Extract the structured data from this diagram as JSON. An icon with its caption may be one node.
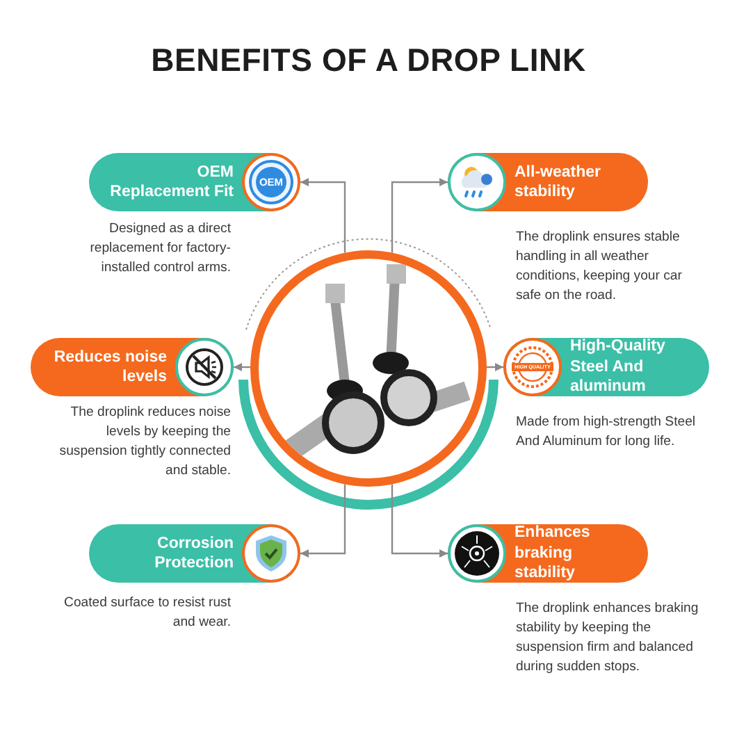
{
  "diagram": {
    "title": "BENEFITS OF A DROP LINK",
    "nodes": [
      {
        "text": [],
        "shape": "picture"
      },
      {
        "text": [
          "OEM Replacement Fit"
        ],
        "beside": [
          "Designed as a direct replacement for factory-installed control arms."
        ]
      },
      {
        "text": [
          "Reduces noise levels"
        ],
        "beside": [
          "The droplink reduces noise levels by keeping the suspension tightly connected and stable."
        ]
      },
      {
        "text": [
          "Corrosion Protection"
        ],
        "beside": [
          "Coated surface to resist rust and wear."
        ]
      },
      {
        "text": [
          "All-weather stability"
        ],
        "beside": [
          "The droplink ensures stable handling in all weather conditions, keeping your car safe on the road."
        ]
      },
      {
        "text": [
          "High-Quality Steel And aluminum"
        ],
        "beside": [
          "Made from high-strength Steel And Aluminum for long life."
        ]
      },
      {
        "text": [
          "Enhances braking stability"
        ],
        "beside": [
          "The droplink enhances braking stability by keeping the suspension firm and balanced during sudden stops."
        ]
      }
    ],
    "edges": [
      {
        "from": 0,
        "to": 1,
        "arrow": "to"
      },
      {
        "from": 0,
        "to": 2,
        "arrow": "to"
      },
      {
        "from": 0,
        "to": 3,
        "arrow": "to"
      },
      {
        "from": 0,
        "to": 4,
        "arrow": "to"
      },
      {
        "from": 0,
        "to": 5,
        "arrow": "to"
      },
      {
        "from": 0,
        "to": 6,
        "arrow": "to"
      }
    ],
    "labels": [
      "OEM",
      "HIGH QUALITY"
    ]
  }
}
